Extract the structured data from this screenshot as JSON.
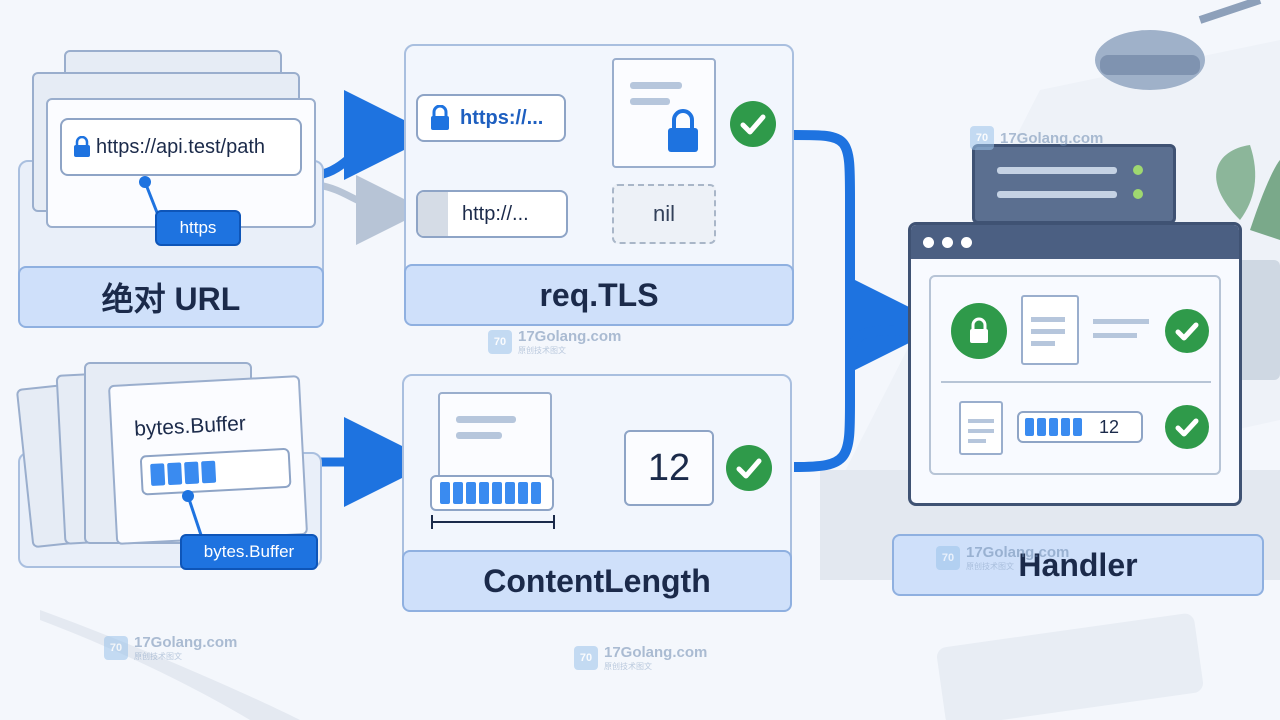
{
  "abs_url_panel": {
    "url_text": "https://api.test/path",
    "tag": "https",
    "label": "绝对 URL"
  },
  "tls_panel": {
    "https_row": "https://...",
    "http_row": "http://...",
    "nil_result": "nil",
    "label": "req.TLS"
  },
  "buffer_panel": {
    "title": "bytes.Buffer",
    "tag": "bytes.Buffer"
  },
  "contentlength_panel": {
    "value": "12",
    "label": "ContentLength"
  },
  "handler_panel": {
    "value": "12",
    "label": "Handler"
  },
  "watermark": {
    "text": "17Golang.com",
    "subtext": "原创技术图文",
    "logo": "70"
  },
  "colors": {
    "accent": "#1e73e0",
    "check_green": "#2f9a4a",
    "panel_fill": "#f2f6fd",
    "label_fill": "#cfe0fa"
  }
}
